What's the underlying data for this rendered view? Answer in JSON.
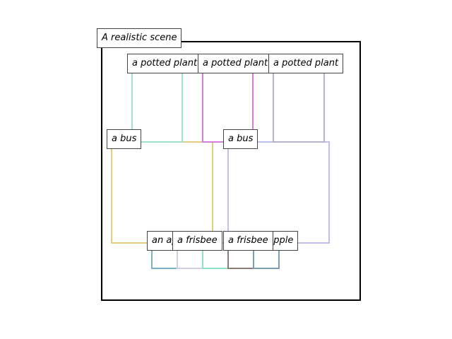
{
  "scene": {
    "title": "A realistic scene"
  },
  "labels": {
    "plant_1": "a potted plant",
    "plant_2": "a potted plant",
    "plant_3": "a potted plant",
    "bus_1": "a bus",
    "bus_2": "a bus",
    "apple_1": "an apple",
    "frisbee_1": "a frisbee",
    "frisbee_2": "a frisbee",
    "apple_2": "an apple"
  },
  "colors": {
    "frame": "#000000",
    "plant_1": "#9fe2c8",
    "plant_2": "#d77ddb",
    "plant_3": "#b8b4c8",
    "bus_1": "#e3cf7b",
    "bus_2": "#bfc0ee",
    "apple_1": "#78b4c8",
    "frisbee_1": "#d2cde0",
    "teal": "#8ee0c8",
    "frisbee_2": "#8c7d78",
    "apple_2": "#78a0b8"
  }
}
